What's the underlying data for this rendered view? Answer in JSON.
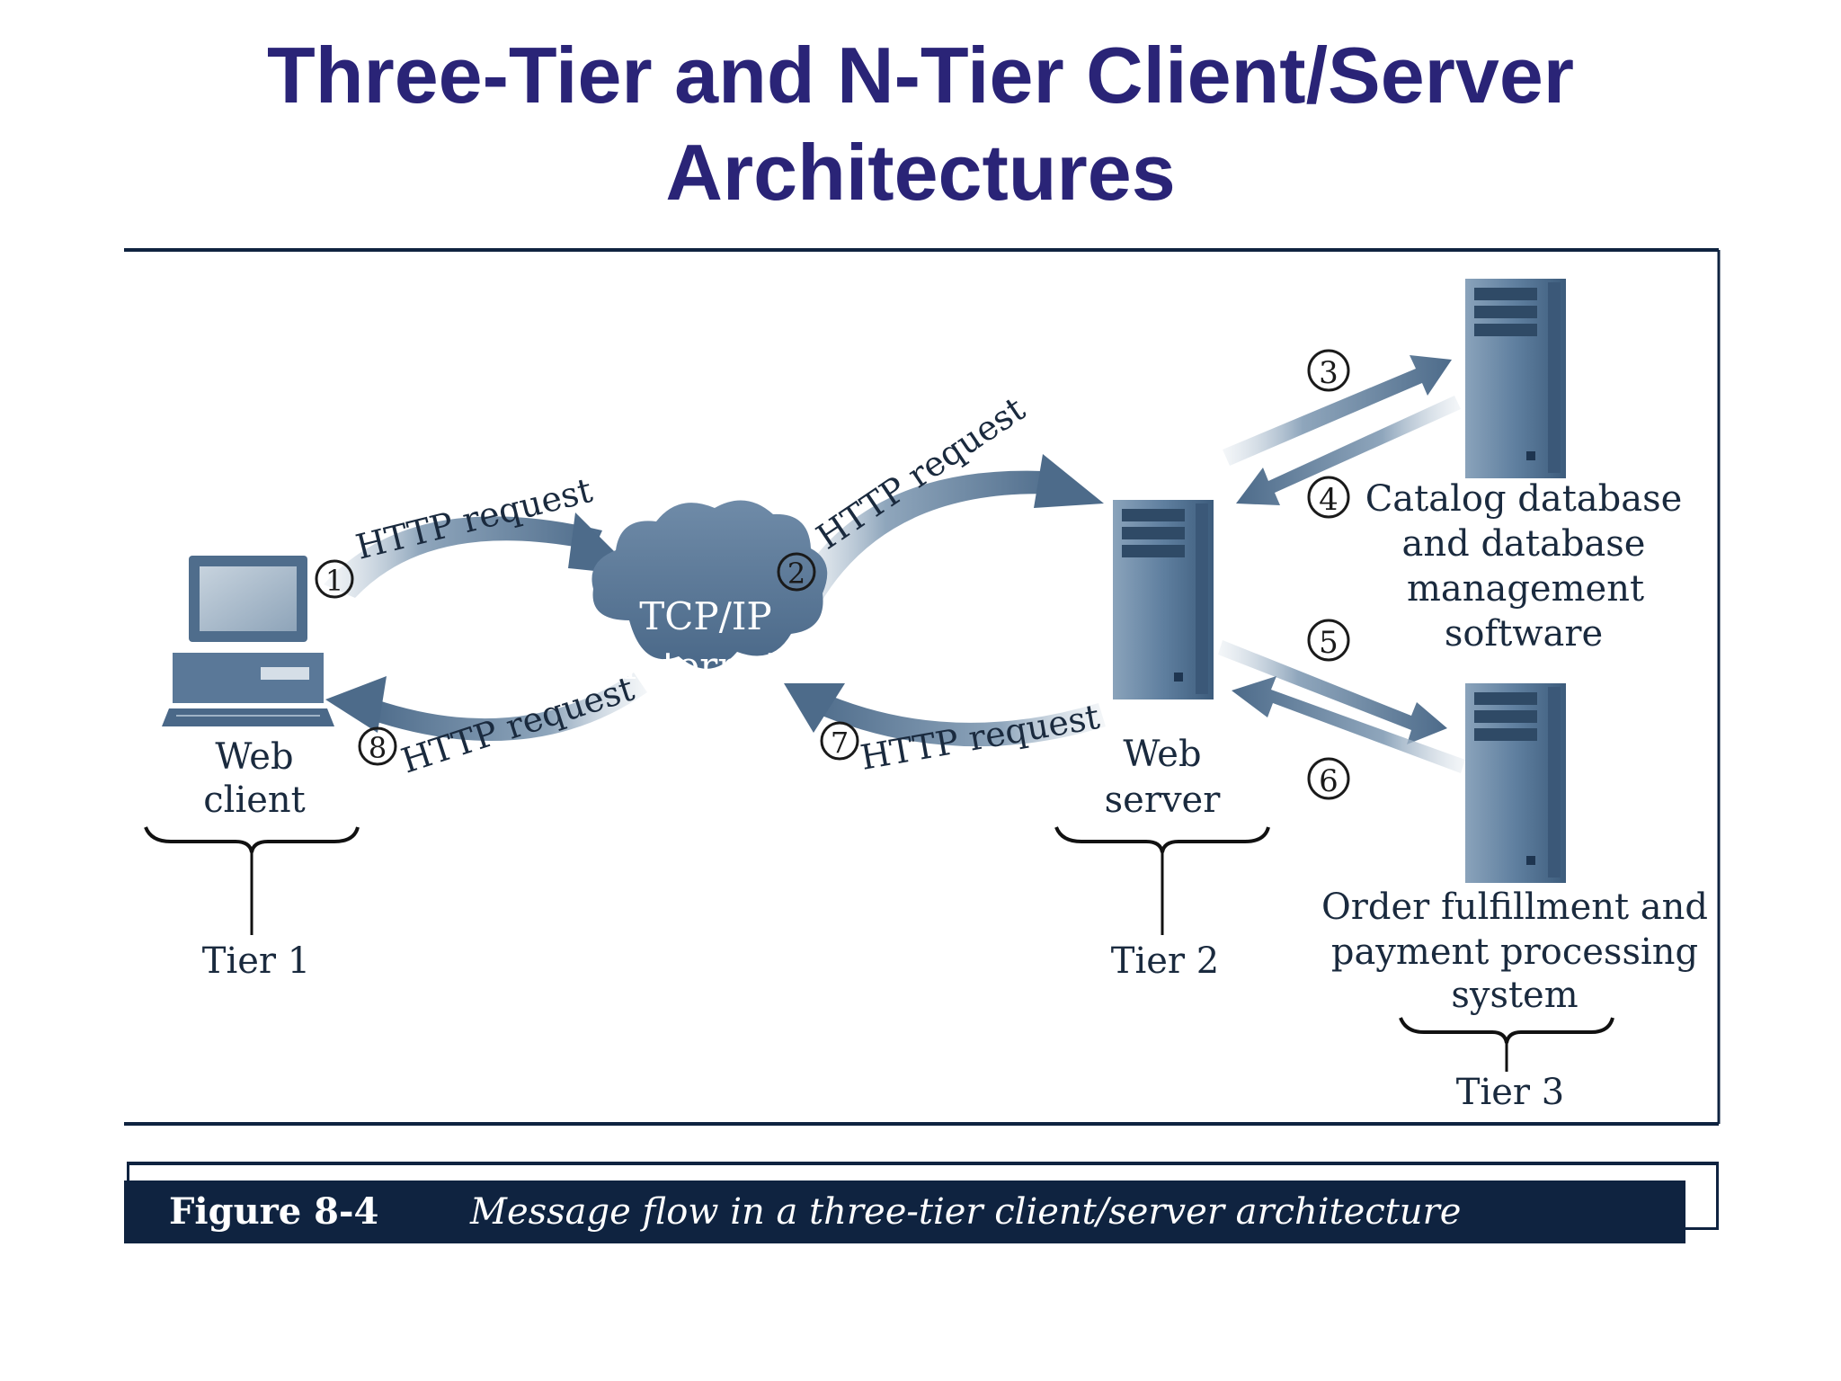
{
  "title": {
    "line1": "Three-Tier and N-Tier Client/Server",
    "line2": "Architectures"
  },
  "diagram": {
    "cloud_line1": "TCP/IP",
    "cloud_line2": "Internet",
    "arrows": {
      "a1": {
        "num": "1",
        "label": "HTTP request"
      },
      "a2": {
        "num": "2",
        "label": "HTTP request"
      },
      "a7": {
        "num": "7",
        "label": "HTTP request"
      },
      "a8": {
        "num": "8",
        "label": "HTTP request"
      }
    },
    "steps": {
      "s3": "3",
      "s4": "4",
      "s5": "5",
      "s6": "6"
    },
    "web_client": {
      "line1": "Web",
      "line2": "client",
      "tier": "Tier 1"
    },
    "web_server": {
      "line1": "Web",
      "line2": "server",
      "tier": "Tier 2"
    },
    "catalog": {
      "line1": "Catalog database",
      "line2": "and database",
      "line3": "management",
      "line4": "software"
    },
    "order": {
      "line1": "Order fulfillment and",
      "line2": "payment processing",
      "line3": "system",
      "tier": "Tier 3"
    }
  },
  "caption": {
    "number": "Figure 8-4",
    "text": "Message flow in a three-tier client/server architecture"
  }
}
